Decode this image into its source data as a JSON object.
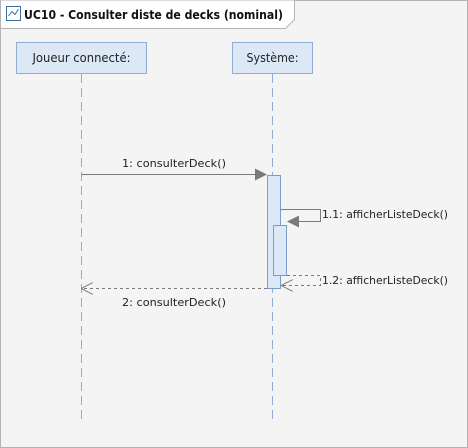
{
  "frame": {
    "title": "UC10 - Consulter diste de decks (nominal)",
    "icon": "sequence-diagram-icon"
  },
  "lifelines": [
    {
      "id": "joueur",
      "label": "Joueur connecté:"
    },
    {
      "id": "systeme",
      "label": "Système:"
    }
  ],
  "messages": [
    {
      "id": "m1",
      "label": "1: consulterDeck()",
      "kind": "synchronous-call",
      "from": "joueur",
      "to": "systeme"
    },
    {
      "id": "m1_1",
      "label": "1.1: afficherListeDeck()",
      "kind": "self-call",
      "from": "systeme",
      "to": "systeme"
    },
    {
      "id": "m1_2",
      "label": "1.2: afficherListeDeck()",
      "kind": "self-return",
      "from": "systeme",
      "to": "systeme"
    },
    {
      "id": "m2",
      "label": "2: consulterDeck()",
      "kind": "return",
      "from": "systeme",
      "to": "joueur"
    }
  ],
  "colors": {
    "background": "#f4f4f4",
    "frame_border": "#b4b4b4",
    "lifeline_fill": "#dce8f6",
    "lifeline_border": "#8eaed4",
    "lifeline_dash": "#8eaed4",
    "activation_fill": "#dce8f6",
    "activation_border": "#7a9cc8",
    "message_line": "#7a7a7a",
    "text": "#222222"
  }
}
